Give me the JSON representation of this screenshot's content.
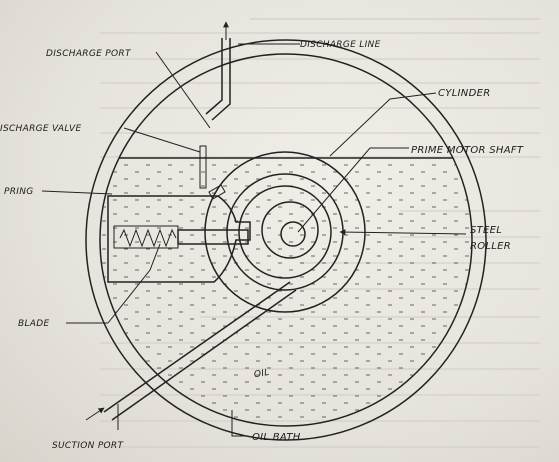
{
  "labels": {
    "discharge_port": "DISCHARGE PORT",
    "discharge_line": "DISCHARGE LINE",
    "discharge_valve": "ISCHARGE VALVE",
    "cylinder": "CYLINDER",
    "prime_motor_shaft": "PRIME MOTOR SHAFT",
    "spring": "PRING",
    "steel": "STEEL",
    "roller": "ROLLER",
    "blade": "BLADE",
    "oil": "OIL",
    "suction_port": "SUCTION PORT",
    "oil_bath": "OIL BATH"
  },
  "colors": {
    "ink": "#222222",
    "paper": "#ece9e3",
    "hatch": "#333333"
  }
}
